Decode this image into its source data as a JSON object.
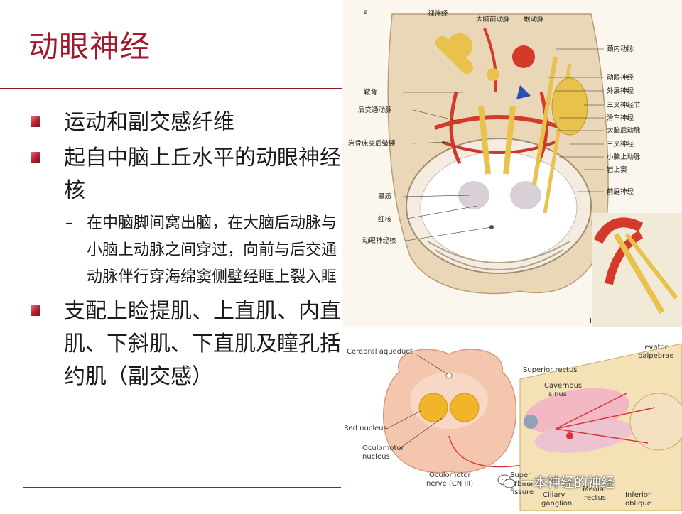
{
  "slide": {
    "title": "动眼神经",
    "bullets": [
      {
        "text": "运动和副交感纤维"
      },
      {
        "text": "起自中脑上丘水平的动眼神经核"
      }
    ],
    "sub_bullets": [
      {
        "dash": "–",
        "text": "在中脑脚间窝出脑，在大脑后动脉与小脑上动脉之间穿过，向前与后交通动脉伴行穿海绵窦侧壁经眶上裂入眶"
      }
    ],
    "bullet3": {
      "text": "支配上睑提肌、上直肌、内直肌、下斜肌、下直肌及瞳孔括约肌（副交感）"
    }
  },
  "figure_top": {
    "panel_a": "a",
    "panel_b": "b",
    "roman": "III",
    "labels_top": [
      "视神经",
      "大脑前动脉",
      "眼动脉"
    ],
    "labels_left": [
      "鞍背",
      "后交通动脉",
      "岩骨床突后皱襞",
      "黑质",
      "红核",
      "动眼神经核"
    ],
    "labels_right": [
      "颈内动脉",
      "动眼神经",
      "外展神经",
      "三叉神经节",
      "滑车神经",
      "大脑后动脉",
      "三叉神经",
      "小脑上动脉",
      "岩上窦",
      "前庭神经"
    ]
  },
  "figure_bottom": {
    "labels": {
      "cerebral_aqueduct": "Cerebral aqueduct",
      "red_nucleus": "Red nucleus",
      "oculomotor_nucleus_1": "Oculomotor",
      "oculomotor_nucleus_2": "nucleus",
      "oculomotor_nerve_1": "Oculomotor",
      "oculomotor_nerve_2": "nerve (CN III)",
      "superior_rectus": "Superior rectus",
      "cavernous_1": "Cavernous",
      "cavernous_2": "sinus",
      "levator_1": "Levator",
      "levator_2": "palpebrae",
      "sup_orbital_1": "Super",
      "sup_orbital_2": "orbital",
      "sup_orbital_3": "fissure",
      "ciliary_1": "Ciliary",
      "ciliary_2": "ganglion",
      "medial_1": "Medial",
      "medial_2": "rectus",
      "inferior_1": "Inferior",
      "inferior_2": "oblique"
    }
  },
  "watermark": "一本神经的神经",
  "colors": {
    "title": "#a3172a",
    "rule": "#8c1b2c",
    "nerve": "#e8c24a",
    "artery": "#d43a2a"
  }
}
